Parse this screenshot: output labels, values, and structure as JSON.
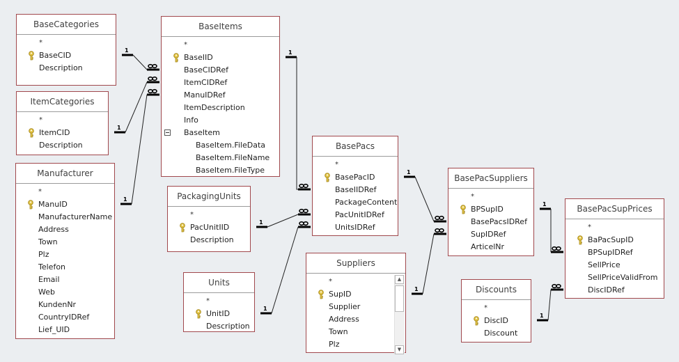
{
  "diagram": {
    "title": "Relationships",
    "colors": {
      "background": "#ebeef1",
      "table_border": "#a0474c",
      "table_fill": "#ffffff",
      "key_icon": "#d4b43c",
      "relationship_line": "#000000"
    },
    "tables": [
      {
        "id": "BaseCategories",
        "name": "BaseCategories",
        "fields": [
          {
            "name": "*",
            "star": true
          },
          {
            "name": "BaseCID",
            "pk": true
          },
          {
            "name": "Description"
          }
        ]
      },
      {
        "id": "ItemCategories",
        "name": "ItemCategories",
        "fields": [
          {
            "name": "*",
            "star": true
          },
          {
            "name": "ItemCID",
            "pk": true
          },
          {
            "name": "Description"
          }
        ]
      },
      {
        "id": "Manufacturer",
        "name": "Manufacturer",
        "fields": [
          {
            "name": "*",
            "star": true
          },
          {
            "name": "ManuID",
            "pk": true
          },
          {
            "name": "ManufacturerName"
          },
          {
            "name": "Address"
          },
          {
            "name": "Town"
          },
          {
            "name": "Plz"
          },
          {
            "name": "Telefon"
          },
          {
            "name": "Email"
          },
          {
            "name": "Web"
          },
          {
            "name": "KundenNr"
          },
          {
            "name": "CountryIDRef"
          },
          {
            "name": "Lief_UID"
          }
        ]
      },
      {
        "id": "BaseItems",
        "name": "BaseItems",
        "fields": [
          {
            "name": "*",
            "star": true
          },
          {
            "name": "BaseIID",
            "pk": true
          },
          {
            "name": "BaseCIDRef"
          },
          {
            "name": "ItemCIDRef"
          },
          {
            "name": "ManuIDRef"
          },
          {
            "name": "ItemDescription"
          },
          {
            "name": "Info"
          },
          {
            "name": "BaseItem",
            "expandable": true,
            "expanded": true
          },
          {
            "name": "BaseItem.FileData",
            "sub": true
          },
          {
            "name": "BaseItem.FileName",
            "sub": true
          },
          {
            "name": "BaseItem.FileType",
            "sub": true
          }
        ]
      },
      {
        "id": "PackagingUnits",
        "name": "PackagingUnits",
        "fields": [
          {
            "name": "*",
            "star": true
          },
          {
            "name": "PacUnitIID",
            "pk": true
          },
          {
            "name": "Description"
          }
        ]
      },
      {
        "id": "Units",
        "name": "Units",
        "fields": [
          {
            "name": "*",
            "star": true
          },
          {
            "name": "UnitID",
            "pk": true
          },
          {
            "name": "Description"
          }
        ]
      },
      {
        "id": "BasePacs",
        "name": "BasePacs",
        "fields": [
          {
            "name": "*",
            "star": true
          },
          {
            "name": "BasePacID",
            "pk": true
          },
          {
            "name": "BaseIIDRef"
          },
          {
            "name": "PackageContent"
          },
          {
            "name": "PacUnitIDRef"
          },
          {
            "name": "UnitsIDRef"
          }
        ]
      },
      {
        "id": "Suppliers",
        "name": "Suppliers",
        "scrollable": true,
        "fields": [
          {
            "name": "*",
            "star": true
          },
          {
            "name": "SupID",
            "pk": true
          },
          {
            "name": "Supplier"
          },
          {
            "name": "Address"
          },
          {
            "name": "Town"
          },
          {
            "name": "Plz"
          }
        ]
      },
      {
        "id": "BasePacSuppliers",
        "name": "BasePacSuppliers",
        "fields": [
          {
            "name": "*",
            "star": true
          },
          {
            "name": "BPSupID",
            "pk": true
          },
          {
            "name": "BasePacsIDRef"
          },
          {
            "name": "SupIDRef"
          },
          {
            "name": "ArticelNr"
          }
        ]
      },
      {
        "id": "Discounts",
        "name": "Discounts",
        "fields": [
          {
            "name": "*",
            "star": true
          },
          {
            "name": "DiscID",
            "pk": true
          },
          {
            "name": "Discount"
          }
        ]
      },
      {
        "id": "BasePacSupPrices",
        "name": "BasePacSupPrices",
        "fields": [
          {
            "name": "*",
            "star": true
          },
          {
            "name": "BaPacSupID",
            "pk": true
          },
          {
            "name": "BPSupIDRef"
          },
          {
            "name": "SellPrice"
          },
          {
            "name": "SellPriceValidFrom"
          },
          {
            "name": "DiscIDRef"
          }
        ]
      }
    ],
    "relationships": [
      {
        "from": "BaseCategories.BaseCID",
        "to": "BaseItems.BaseCIDRef",
        "one_label": "1",
        "many_label": "∞"
      },
      {
        "from": "ItemCategories.ItemCID",
        "to": "BaseItems.ItemCIDRef",
        "one_label": "1",
        "many_label": "∞"
      },
      {
        "from": "Manufacturer.ManuID",
        "to": "BaseItems.ManuIDRef",
        "one_label": "1",
        "many_label": "∞"
      },
      {
        "from": "BaseItems.BaseIID",
        "to": "BasePacs.BaseIIDRef",
        "one_label": "1",
        "many_label": "∞"
      },
      {
        "from": "PackagingUnits.PacUnitIID",
        "to": "BasePacs.PacUnitIDRef",
        "one_label": "1",
        "many_label": "∞"
      },
      {
        "from": "Units.UnitID",
        "to": "BasePacs.UnitsIDRef",
        "one_label": "1",
        "many_label": "∞"
      },
      {
        "from": "BasePacs.BasePacID",
        "to": "BasePacSuppliers.BasePacsIDRef",
        "one_label": "1",
        "many_label": "∞"
      },
      {
        "from": "Suppliers.SupID",
        "to": "BasePacSuppliers.SupIDRef",
        "one_label": "1",
        "many_label": "∞"
      },
      {
        "from": "BasePacSuppliers.BPSupID",
        "to": "BasePacSupPrices.BPSupIDRef",
        "one_label": "1",
        "many_label": "∞"
      },
      {
        "from": "Discounts.DiscID",
        "to": "BasePacSupPrices.DiscIDRef",
        "one_label": "1",
        "many_label": "∞"
      }
    ]
  }
}
